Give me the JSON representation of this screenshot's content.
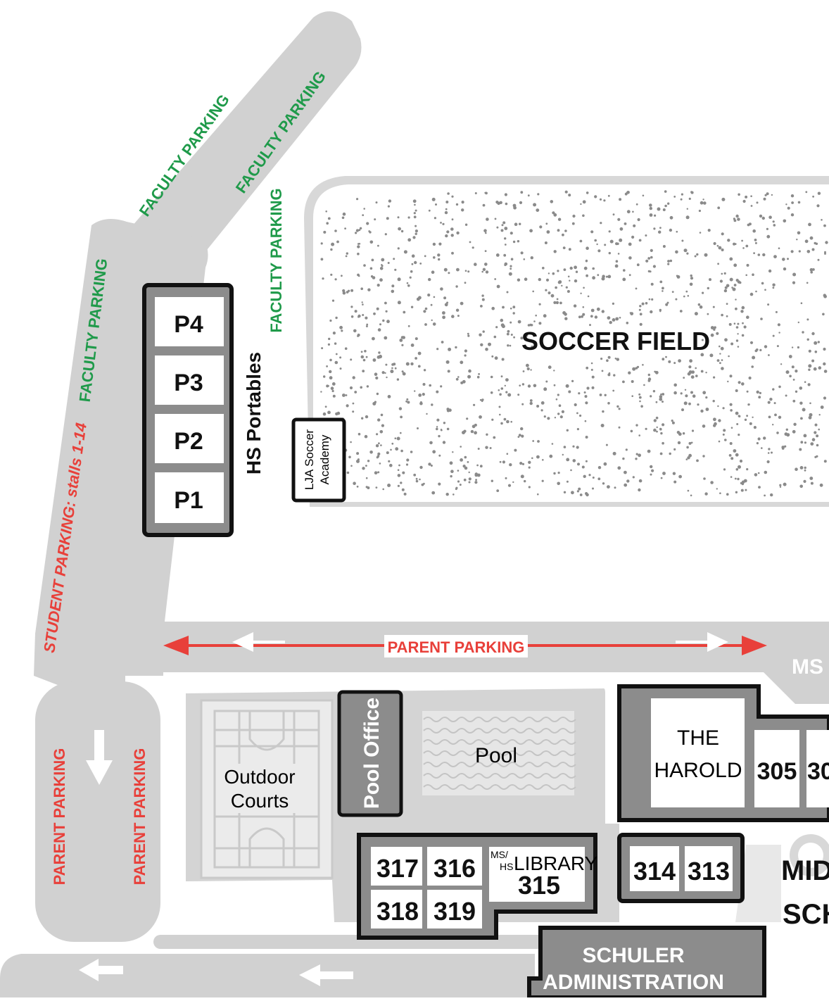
{
  "colors": {
    "road": "#d1d1d1",
    "road_dark": "#c6c6c6",
    "building_dark": "#8c8c8c",
    "building_outline": "#111111",
    "faculty_parking": "#1f9a4a",
    "parent_parking": "#e8403a",
    "field_dots": "#8a8a8a"
  },
  "labels": {
    "faculty_parking": "FACULTY PARKING",
    "student_parking": "STUDENT PARKING: stalls 1-14",
    "parent_parking": "PARENT PARKING",
    "ms": "MS",
    "soccer_field": "SOCCER FIELD",
    "soccer_academy_line1": "LJA Soccer",
    "soccer_academy_line2": "Academy",
    "hs_portables": "HS Portables",
    "portables": [
      "P4",
      "P3",
      "P2",
      "P1"
    ],
    "outdoor_courts_line1": "Outdoor",
    "outdoor_courts_line2": "Courts",
    "pool_office": "Pool Office",
    "pool": "Pool",
    "the_harold_line1": "THE",
    "the_harold_line2": "HAROLD",
    "room_305": "305",
    "room_30x": "30",
    "rooms_block_a": [
      "317",
      "316",
      "318",
      "319"
    ],
    "library_prefix_top": "MS/",
    "library_prefix_bottom": "HS",
    "library": "LIBRARY",
    "library_number": "315",
    "rooms_block_b": [
      "314",
      "313"
    ],
    "middle_school_line1": "MID",
    "middle_school_line2": "SCH",
    "schuler_line1": "SCHULER",
    "schuler_line2": "ADMINISTRATION"
  },
  "icons": {
    "arrow_down": "arrow-down-icon",
    "arrow_left": "arrow-left-icon",
    "double_arrow": "double-arrow-icon"
  }
}
